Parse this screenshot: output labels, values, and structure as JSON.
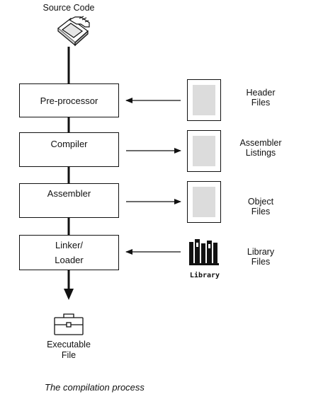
{
  "diagram": {
    "source_label": "Source Code",
    "stages": {
      "preprocessor": "Pre-processor",
      "compiler": "Compiler",
      "assembler": "Assembler",
      "linker_line1": "Linker/",
      "linker_line2": "Loader"
    },
    "side_items": {
      "header_line1": "Header",
      "header_line2": "Files",
      "assembler_listings_line1": "Assembler",
      "assembler_listings_line2": "Listings",
      "object_line1": "Object",
      "object_line2": "Files",
      "library_line1": "Library",
      "library_line2": "Files"
    },
    "library_icon_text": "Library",
    "executable_line1": "Executable",
    "executable_line2": "File",
    "caption": "The compilation process"
  },
  "colors": {
    "line": "#111111",
    "doc_fill": "#dcdcdc"
  },
  "icons": [
    "hand-disk-icon",
    "library-icon",
    "toolbox-icon"
  ]
}
